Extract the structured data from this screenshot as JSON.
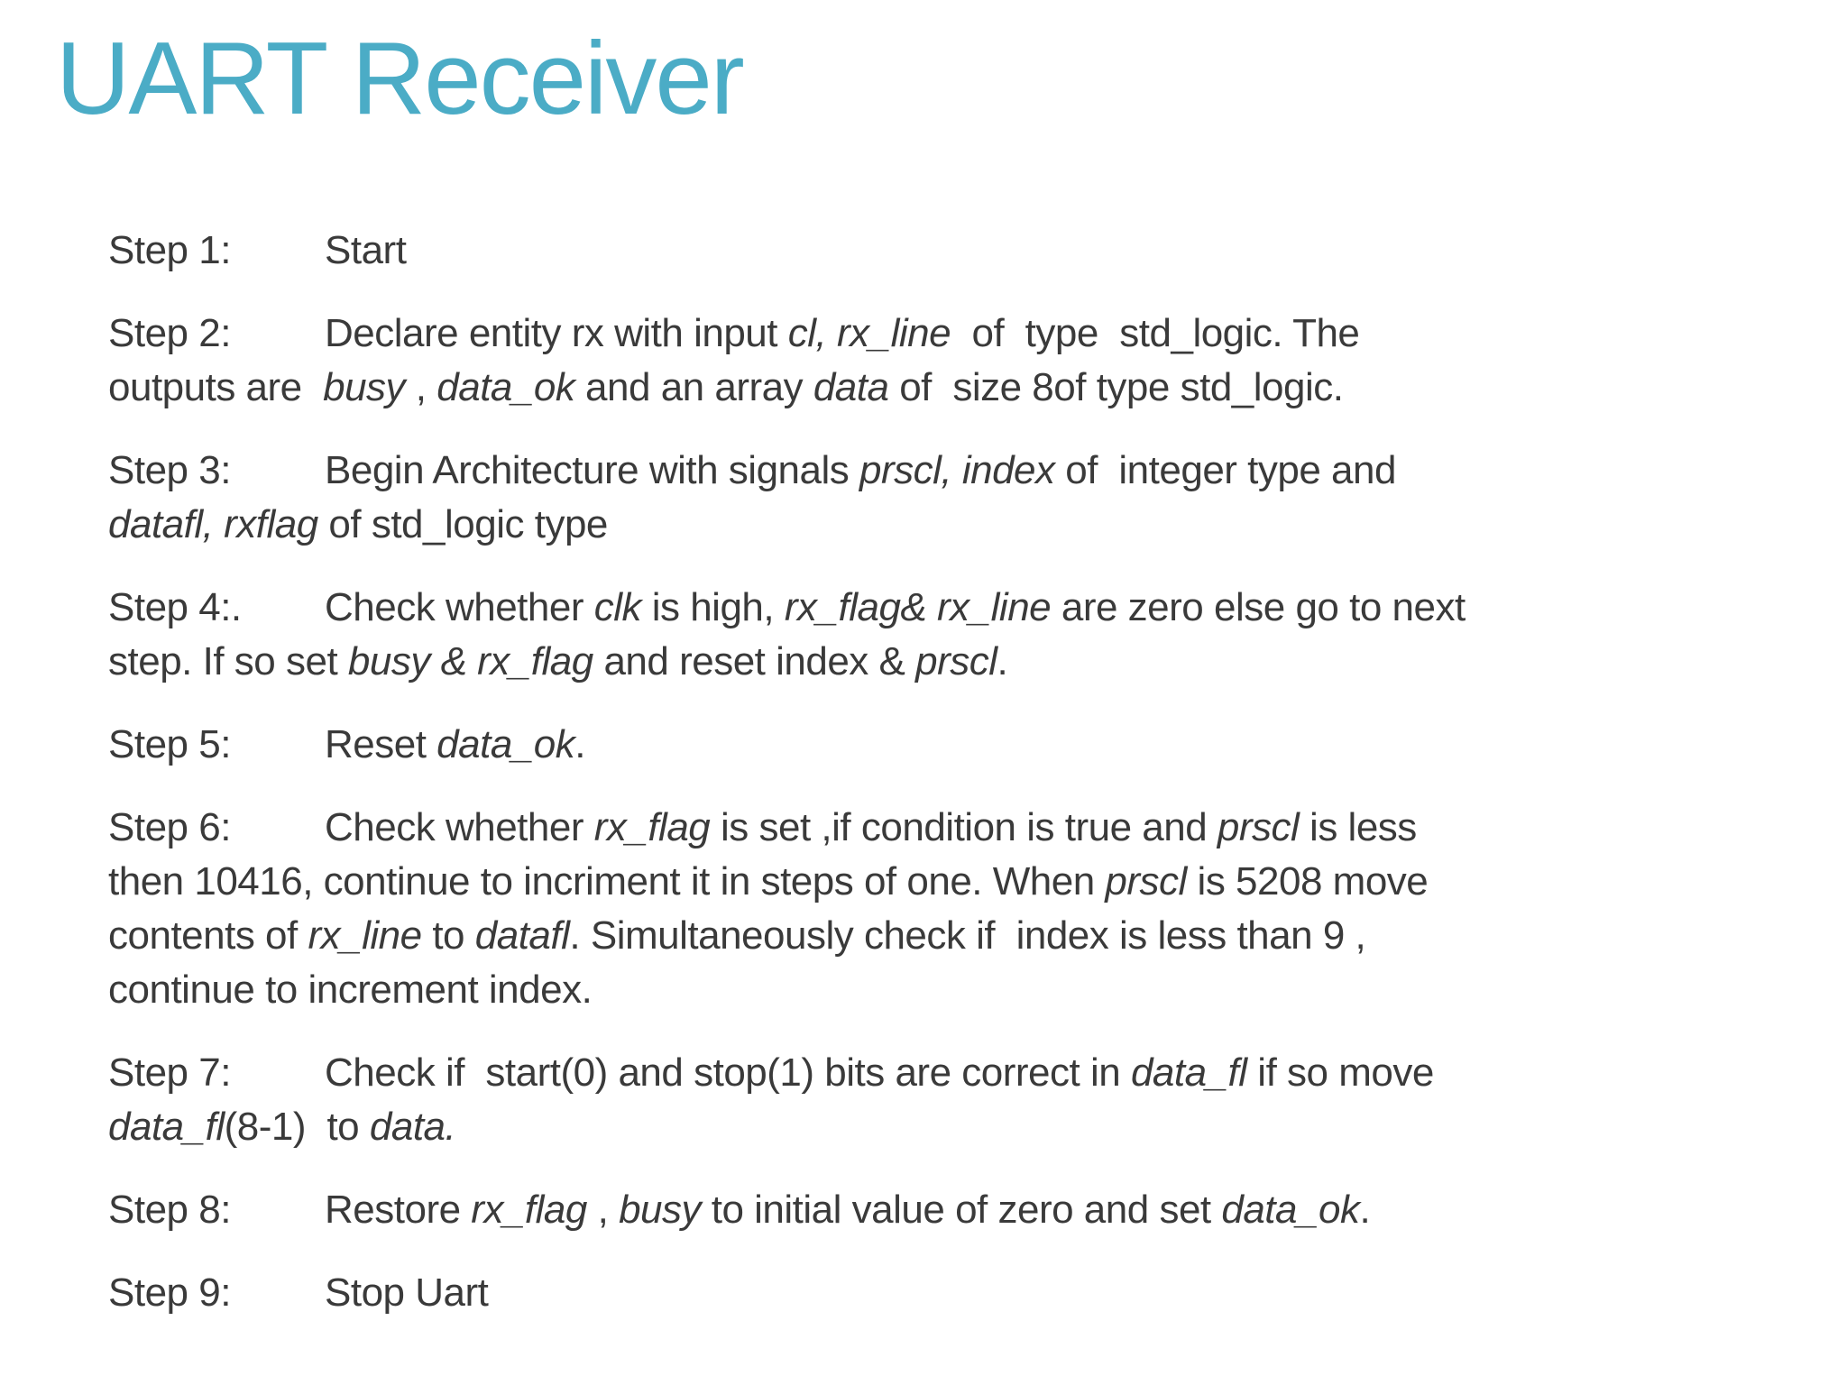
{
  "title": "UART Receiver",
  "colors": {
    "title_accent": "#4BACC6",
    "body_text": "#3A3A3A",
    "background": "#FFFFFF"
  },
  "steps": [
    {
      "label": "Step 1:",
      "lines": [
        [
          {
            "t": "Start"
          }
        ]
      ]
    },
    {
      "label": "Step 2:",
      "lines": [
        [
          {
            "t": "Declare entity rx with input "
          },
          {
            "t": "cl, rx_line",
            "i": true
          },
          {
            "t": "  of  type  std_logic. The"
          }
        ],
        [
          {
            "t": "outputs are  "
          },
          {
            "t": "busy",
            "i": true
          },
          {
            "t": " , "
          },
          {
            "t": "data_ok",
            "i": true
          },
          {
            "t": " and an array "
          },
          {
            "t": "data",
            "i": true
          },
          {
            "t": " of  size 8of type std_logic."
          }
        ]
      ]
    },
    {
      "label": "Step 3:",
      "lines": [
        [
          {
            "t": "Begin Architecture with signals "
          },
          {
            "t": "prscl, index",
            "i": true
          },
          {
            "t": " of  integer type and"
          }
        ],
        [
          {
            "t": "datafl, rxflag",
            "i": true
          },
          {
            "t": " of std_logic type"
          }
        ]
      ]
    },
    {
      "label": "Step 4:.",
      "lines": [
        [
          {
            "t": "Check whether "
          },
          {
            "t": "clk",
            "i": true
          },
          {
            "t": " is high, "
          },
          {
            "t": "rx_flag&",
            "i": true
          },
          {
            "t": " "
          },
          {
            "t": "rx_line",
            "i": true
          },
          {
            "t": " are zero else go to next"
          }
        ],
        [
          {
            "t": "step. If so set "
          },
          {
            "t": "busy & rx_flag",
            "i": true
          },
          {
            "t": " and reset index & "
          },
          {
            "t": "prscl",
            "i": true
          },
          {
            "t": "."
          }
        ]
      ]
    },
    {
      "label": "Step 5:",
      "lines": [
        [
          {
            "t": "Reset "
          },
          {
            "t": "data_ok",
            "i": true
          },
          {
            "t": "."
          }
        ]
      ]
    },
    {
      "label": "Step 6:",
      "lines": [
        [
          {
            "t": "Check whether "
          },
          {
            "t": "rx_flag",
            "i": true
          },
          {
            "t": " is set ,if condition is true and "
          },
          {
            "t": "prscl",
            "i": true
          },
          {
            "t": " is less"
          }
        ],
        [
          {
            "t": "then 10416, continue to incriment it in steps of one. When "
          },
          {
            "t": "prscl",
            "i": true
          },
          {
            "t": " is 5208 move"
          }
        ],
        [
          {
            "t": "contents of "
          },
          {
            "t": "rx_line",
            "i": true
          },
          {
            "t": " to "
          },
          {
            "t": "datafl",
            "i": true
          },
          {
            "t": ". Simultaneously check if  index is less than 9 ,"
          }
        ],
        [
          {
            "t": "continue to increment index."
          }
        ]
      ]
    },
    {
      "label": "Step 7:",
      "lines": [
        [
          {
            "t": "Check if  start(0) and stop(1) bits are correct in "
          },
          {
            "t": "data_fl",
            "i": true
          },
          {
            "t": " if so move"
          }
        ],
        [
          {
            "t": "data_fl",
            "i": true
          },
          {
            "t": "(8-1)  to "
          },
          {
            "t": "data.",
            "i": true
          }
        ]
      ]
    },
    {
      "label": "Step 8:",
      "lines": [
        [
          {
            "t": "Restore "
          },
          {
            "t": "rx_flag",
            "i": true
          },
          {
            "t": " , "
          },
          {
            "t": "busy",
            "i": true
          },
          {
            "t": " to initial value of zero and set "
          },
          {
            "t": "data_ok",
            "i": true
          },
          {
            "t": "."
          }
        ]
      ]
    },
    {
      "label": "Step 9:",
      "lines": [
        [
          {
            "t": "Stop Uart"
          }
        ]
      ]
    }
  ]
}
